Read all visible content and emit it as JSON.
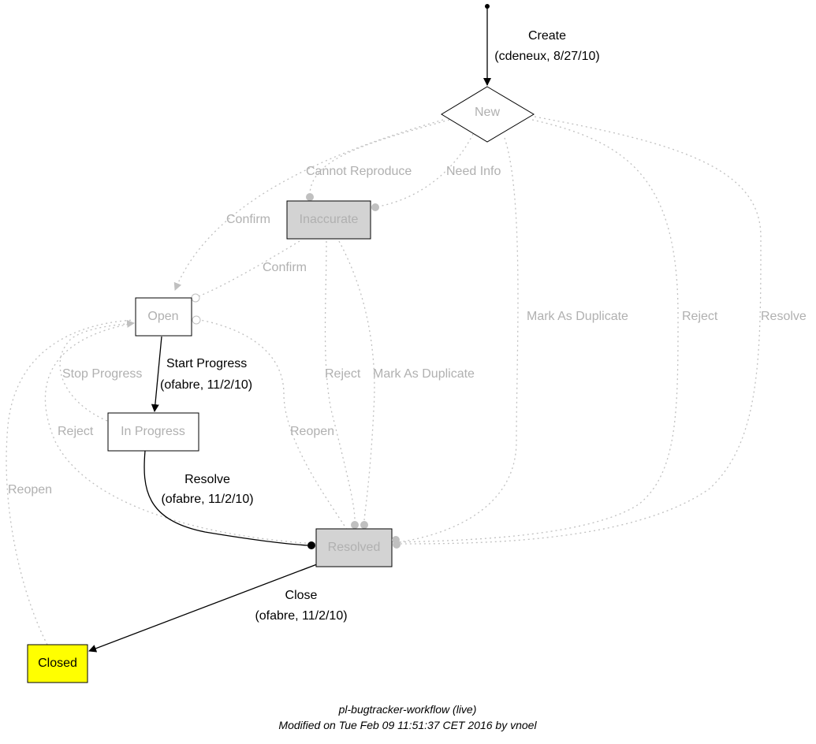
{
  "diagram": {
    "title": "pl-bugtracker-workflow (live)",
    "subtitle": "Modified on Tue Feb 09 11:51:37 CET 2016 by vnoel",
    "colors": {
      "active": "#000000",
      "inactive": "#b0b0b0",
      "resolved_fill": "#d3d3d3",
      "closed_fill": "#ffff00"
    },
    "nodes": {
      "new": {
        "label": "New",
        "shape": "diamond",
        "state": "inactive"
      },
      "inaccurate": {
        "label": "Inaccurate",
        "shape": "box",
        "state": "inactive"
      },
      "open": {
        "label": "Open",
        "shape": "box",
        "state": "inactive"
      },
      "in_progress": {
        "label": "In Progress",
        "shape": "box",
        "state": "inactive"
      },
      "resolved": {
        "label": "Resolved",
        "shape": "box",
        "state": "inactive"
      },
      "closed": {
        "label": "Closed",
        "shape": "box",
        "state": "current"
      }
    },
    "edges": {
      "create": {
        "label": "Create",
        "meta": "(cdeneux, 8/27/10)"
      },
      "cannot_reproduce": {
        "label": "Cannot Reproduce"
      },
      "need_info": {
        "label": "Need Info"
      },
      "confirm_new": {
        "label": "Confirm"
      },
      "confirm_inaccurate": {
        "label": "Confirm"
      },
      "mark_dup_new": {
        "label": "Mark As Duplicate"
      },
      "reject_new": {
        "label": "Reject"
      },
      "resolve_new": {
        "label": "Resolve"
      },
      "start_progress": {
        "label": "Start Progress",
        "meta": "(ofabre, 11/2/10)"
      },
      "stop_progress": {
        "label": "Stop Progress"
      },
      "reject_inprogress": {
        "label": "Reject"
      },
      "reopen_resolved": {
        "label": "Reopen"
      },
      "reject_inaccurate": {
        "label": "Reject"
      },
      "mark_dup_inaccurate": {
        "label": "Mark As Duplicate"
      },
      "resolve": {
        "label": "Resolve",
        "meta": "(ofabre, 11/2/10)"
      },
      "reopen_closed": {
        "label": "Reopen"
      },
      "close": {
        "label": "Close",
        "meta": "(ofabre, 11/2/10)"
      }
    }
  }
}
